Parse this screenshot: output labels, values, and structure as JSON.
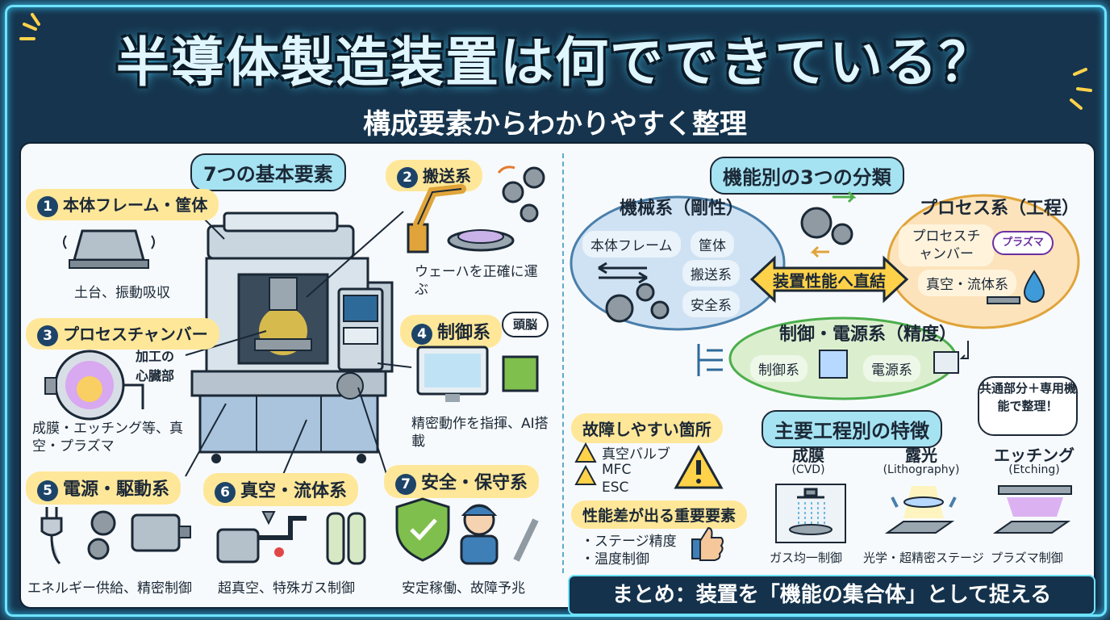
{
  "title": "半導体製造装置は何でできている？",
  "subtitle": "構成要素からわかりやすく整理",
  "left": {
    "heading": "7つの基本要素",
    "items": [
      {
        "num": "1",
        "label": "本体フレーム・筐体",
        "caption": "土台、振動吸収"
      },
      {
        "num": "2",
        "label": "搬送系",
        "caption": "ウェーハを正確に運ぶ"
      },
      {
        "num": "3",
        "label": "プロセスチャンバー",
        "caption": "成膜・エッチング等、真空・プラズマ"
      },
      {
        "num": "4",
        "label": "制御系",
        "caption": "精密動作を指揮、AI搭載",
        "badge": "頭脳"
      },
      {
        "num": "5",
        "label": "電源・駆動系",
        "caption": "エネルギー供給、精密制御"
      },
      {
        "num": "6",
        "label": "真空・流体系",
        "caption": "超真空、特殊ガス制御"
      },
      {
        "num": "7",
        "label": "安全・保守系",
        "caption": "安定稼働、故障予兆"
      }
    ],
    "chamber_note": "加工の心臓部"
  },
  "right": {
    "heading": "機能別の3つの分類",
    "mechanical": {
      "title": "機械系（剛性）",
      "items": [
        "本体フレーム",
        "筐体",
        "搬送系",
        "安全系"
      ]
    },
    "process": {
      "title": "プロセス系（工程）",
      "items": [
        "プロセスチャンバー",
        "真空・流体系"
      ],
      "badge": "プラズマ"
    },
    "control": {
      "title": "制御・電源系（精度）",
      "items": [
        "制御系",
        "電源系"
      ]
    },
    "center_arrow": "装置性能へ直結",
    "failure": {
      "title": "故障しやすい箇所",
      "items": [
        "真空バルブ",
        "MFC",
        "ESC"
      ]
    },
    "performance": {
      "title": "性能差が出る重要要素",
      "items": [
        "・ステージ精度",
        "・温度制御"
      ]
    },
    "process_heading": "主要工程別の特徴",
    "note": "共通部分＋専用機能で整理！",
    "processes": [
      {
        "name": "成膜",
        "en": "(CVD)",
        "caption": "ガス均一制御"
      },
      {
        "name": "露光",
        "en": "(Lithography)",
        "caption": "光学・超精密ステージ"
      },
      {
        "name": "エッチング",
        "en": "(Etching)",
        "caption": "プラズマ制御"
      }
    ]
  },
  "summary": "まとめ：装置を「機能の集合体」として捉える",
  "colors": {
    "background": "#16344d",
    "accent": "#6fe3ff",
    "highlight": "#ffe799",
    "pill": "#a6e3f2"
  }
}
